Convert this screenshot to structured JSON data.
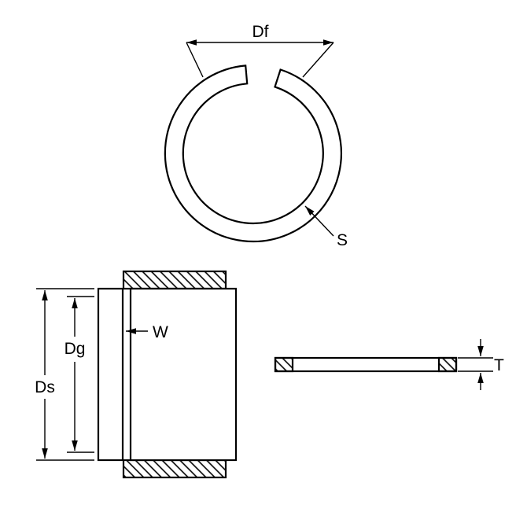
{
  "labels": {
    "df": "Df",
    "s": "S",
    "dg": "Dg",
    "ds": "Ds",
    "w": "W",
    "t": "T"
  },
  "colors": {
    "line": "#000000",
    "background": "#ffffff"
  }
}
